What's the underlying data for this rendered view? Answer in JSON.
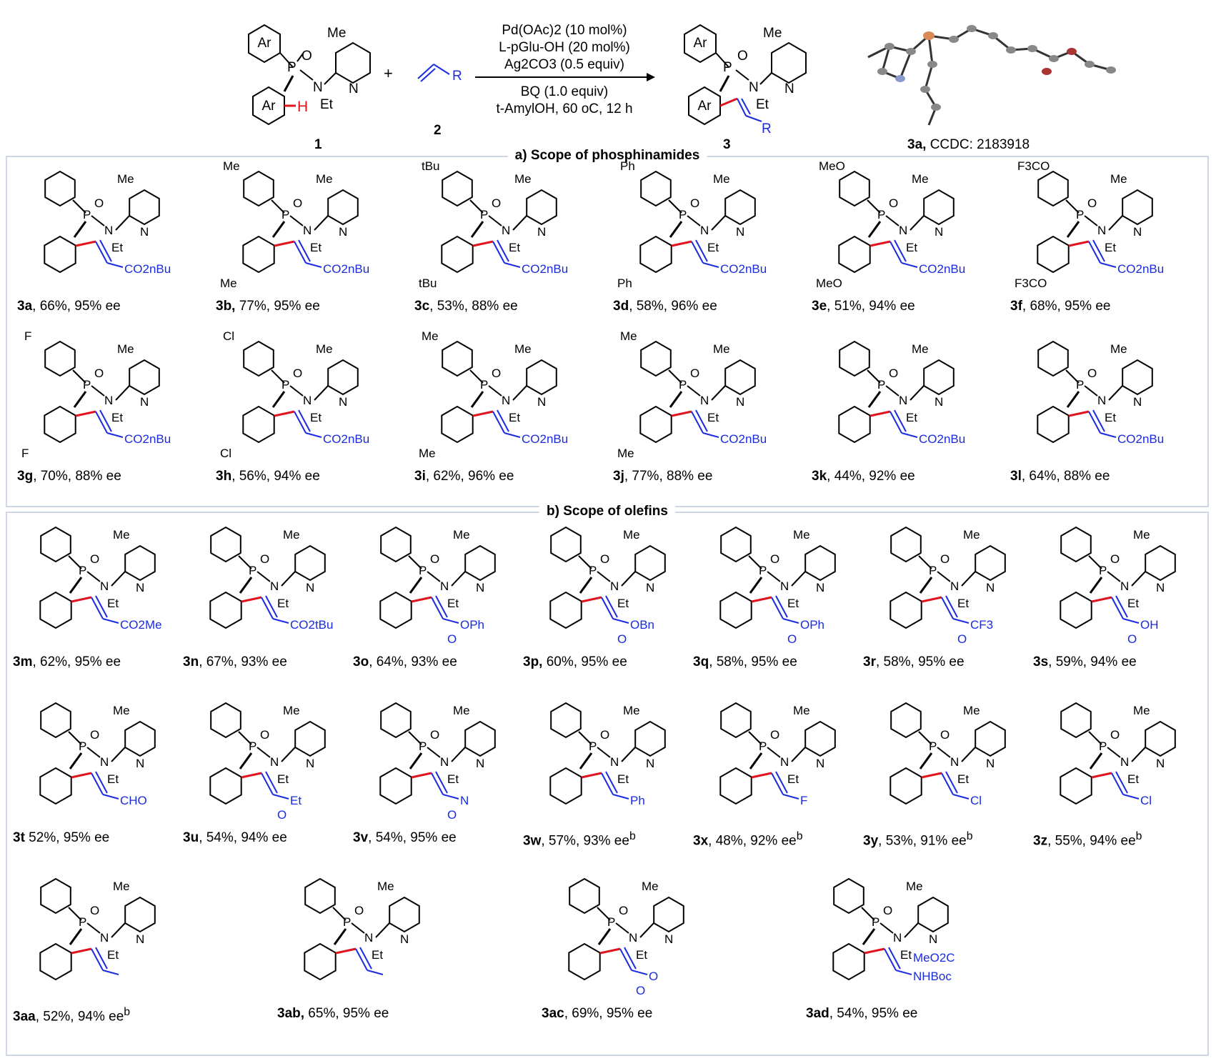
{
  "header": {
    "reactant1_labels": {
      "ar_top": "Ar",
      "ar_bottom": "Ar",
      "o": "O",
      "p": "P",
      "n": "N",
      "et": "Et",
      "me": "Me",
      "py_n": "N",
      "h": "H"
    },
    "reactant1_number": "1",
    "plus": "+",
    "reactant2_r": "R",
    "reactant2_number": "2",
    "conditions_above": [
      "Pd(OAc)2 (10 mol%)",
      "L-pGlu-OH (20 mol%)",
      "Ag2CO3 (0.5 equiv)"
    ],
    "conditions_below": [
      "BQ (1.0 equiv)",
      "t-AmylOH,  60 oC, 12 h"
    ],
    "product_number": "3",
    "product_r": "R",
    "xray_caption_num": "3a,",
    "xray_caption_rest": " CCDC: 2183918"
  },
  "panel_a": {
    "title": "a) Scope of  phosphinamides",
    "compounds": [
      {
        "id": "3a",
        "rest": ", 66%, 95% ee",
        "sub_top": "",
        "sub_bot": "",
        "tail": "CO2nBu"
      },
      {
        "id": "3b,",
        "rest": " 77%, 95% ee",
        "sub_top": "Me",
        "sub_bot": "Me",
        "tail": "CO2nBu"
      },
      {
        "id": "3c",
        "rest": ", 53%, 88% ee",
        "sub_top": "tBu",
        "sub_bot": "tBu",
        "tail": "CO2nBu"
      },
      {
        "id": "3d",
        "rest": ", 58%, 96% ee",
        "sub_top": "Ph",
        "sub_bot": "Ph",
        "tail": "CO2nBu"
      },
      {
        "id": "3e",
        "rest": ", 51%, 94% ee",
        "sub_top": "MeO",
        "sub_bot": "MeO",
        "tail": "CO2nBu"
      },
      {
        "id": "3f",
        "rest": ", 68%, 95% ee",
        "sub_top": "F3CO",
        "sub_bot": "F3CO",
        "tail": "CO2nBu"
      },
      {
        "id": "3g",
        "rest": ", 70%, 88% ee",
        "sub_top": "F",
        "sub_bot": "F",
        "tail": "CO2nBu"
      },
      {
        "id": "3h",
        "rest": ", 56%, 94% ee",
        "sub_top": "Cl",
        "sub_bot": "Cl",
        "tail": "CO2nBu"
      },
      {
        "id": "3i",
        "rest": ", 62%, 96% ee",
        "sub_top": "Me",
        "sub_bot": "Me",
        "tail": "CO2nBu"
      },
      {
        "id": "3j",
        "rest": ", 77%, 88% ee",
        "sub_top": "Me",
        "sub_bot": "Me",
        "tail": "CO2nBu"
      },
      {
        "id": "3k",
        "rest": ", 44%, 92% ee",
        "sub_top": "",
        "sub_bot": "",
        "tail": "CO2nBu"
      },
      {
        "id": "3l",
        "rest": ", 64%, 88% ee",
        "sub_top": "",
        "sub_bot": "",
        "tail": "CO2nBu"
      }
    ]
  },
  "panel_b": {
    "title": "b) Scope of  olefins",
    "compounds": [
      {
        "id": "3m",
        "rest": ", 62%, 95% ee",
        "tail": "CO2Me",
        "sup": ""
      },
      {
        "id": "3n",
        "rest": ", 67%, 93% ee",
        "tail": "CO2tBu",
        "sup": ""
      },
      {
        "id": "3o",
        "rest": ", 64%, 93% ee",
        "tail": "OPh",
        "sup": ""
      },
      {
        "id": "3p,",
        "rest": " 60%, 95% ee",
        "tail": "OBn",
        "sup": ""
      },
      {
        "id": "3q",
        "rest": ", 58%, 95% ee",
        "tail": "OPh",
        "sup": ""
      },
      {
        "id": "3r",
        "rest": ", 58%, 95% ee",
        "tail": "CF3",
        "sup": ""
      },
      {
        "id": "3s",
        "rest": ", 59%, 94% ee",
        "tail": "OH",
        "sup": ""
      },
      {
        "id": "3t",
        "rest": " 52%, 95% ee",
        "tail": "CHO",
        "sup": ""
      },
      {
        "id": "3u",
        "rest": ", 54%, 94% ee",
        "tail": "Et",
        "sup": ""
      },
      {
        "id": "3v",
        "rest": ", 54%, 95% ee",
        "tail": "N",
        "sup": ""
      },
      {
        "id": "3w",
        "rest": ", 57%, 93% ee",
        "tail": "Ph",
        "sup": "b"
      },
      {
        "id": "3x",
        "rest": ", 48%, 92% ee",
        "tail": "F",
        "sup": "b"
      },
      {
        "id": "3y",
        "rest": ", 53%, 91% ee",
        "tail": "Cl",
        "sup": "b"
      },
      {
        "id": "3z",
        "rest": ", 55%, 94% ee",
        "tail": "Cl",
        "sup": "b"
      },
      {
        "id": "3aa",
        "rest": ", 52%, 94% ee",
        "tail": "",
        "sup": "b"
      },
      {
        "id": "3ab,",
        "rest": " 65%, 95% ee",
        "tail": "",
        "sup": ""
      },
      {
        "id": "3ac",
        "rest": ", 69%, 95% ee",
        "tail": "O",
        "sup": ""
      },
      {
        "id": "3ad",
        "rest": ", 54%, 95% ee",
        "tail": "NHBoc",
        "sup": "",
        "extra": "MeO2C"
      }
    ]
  },
  "mol_labels": {
    "o": "O",
    "p": "P",
    "n": "N",
    "et": "Et",
    "me": "Me",
    "py_n": "N",
    "carbonyl_o": "O"
  },
  "colors": {
    "ink": "#000000",
    "blue": "#1a2be0",
    "red": "#e0141e",
    "panel_border": "#cfd8e6"
  }
}
